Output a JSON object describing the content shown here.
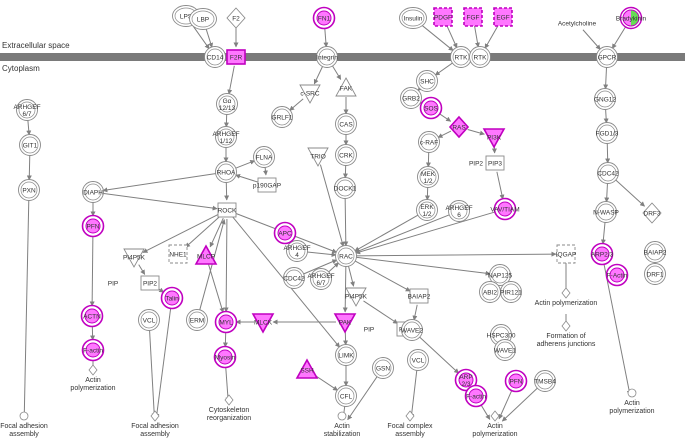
{
  "compartments": {
    "extracellular": "Extracellular space",
    "cytoplasm": "Cytoplasm"
  },
  "colors": {
    "membrane": "#7a7a7a",
    "edge": "#808080",
    "node_stroke": "#8a8a8a",
    "highlight_stroke": "#c000c0",
    "highlight_fill": "#ff77ff",
    "green_fill": "#66dd55",
    "text": "#333333"
  },
  "nodes": {
    "lps": "LPS",
    "lbp": "LBP",
    "f2": "F2",
    "fn1": "FN1",
    "insulin": "Insulin",
    "pdgf": "PDGF",
    "fgf": "FGF",
    "egf": "EGF",
    "acetylcholine": "Acetylcholine",
    "bradykinin": "Bradykinin",
    "cd14": "CD14",
    "f2r": "F2R",
    "integrin": "Integrin",
    "rtk_a": "RTK",
    "rtk_b": "RTK",
    "gpcr": "GPCR",
    "galpha": "Gα\n12/13",
    "csrc": "c-SRC",
    "fak": "FAK",
    "shc": "SHC",
    "gng12": "GNG12",
    "arhgef_67_left": "ARHGEF\n6/7",
    "grlf1": "GRLF1",
    "grb2": "GRB2",
    "sos": "SOS",
    "cas": "CAS",
    "fgd13": "FGD1/3",
    "git1": "GIT1",
    "arhgef112": "ARHGEF\n1/12",
    "ras": "RAS",
    "craf": "c-RAF",
    "pi3k": "PI3K",
    "crk": "CRK",
    "cdc42_top": "CDC42",
    "rhoa": "RHOA",
    "flna": "FLNA",
    "trio": "TRIO",
    "pip2_top": "PIP2",
    "pip3": "PIP3",
    "mek12": "MEK\n1/2",
    "pxn": "PXN",
    "diaph": "DIAPH",
    "p190gap": "p190GAP",
    "dock1": "DOCK1",
    "erk12": "ERK\n1/2",
    "arhgef6": "ARHGEF\n6",
    "vavtiam": "VAV/TIAM",
    "nwasp": "N-WASP",
    "drf3": "DRF3",
    "pfn_left": "PFN",
    "rock": "ROCK",
    "arhgef4": "ARHGEF\n4",
    "apc": "APC",
    "iqgap": "IQGAP",
    "arp23_right": "ARP2/3",
    "factin_right": "F-Actin",
    "baiap2_right": "BAIAP2",
    "drf1": "DRF1",
    "pi4p5k_left": "PI4P5K",
    "nhe1": "NHE1",
    "mlcp": "MLCP",
    "cdc42_mid": "CDC42",
    "arhgef67_mid": "ARHGEF\n6/7",
    "rac": "RAC",
    "nap125": "NAP125",
    "abi2": "ABI2",
    "pir121": "PIR121",
    "pip_left": "PIP",
    "pip2_left": "PIP2",
    "talin": "Talin",
    "pi4p5k_mid": "PI4P5K",
    "baiap2_mid": "BAIAP2",
    "actn": "ACTN",
    "vcl_left": "VCL",
    "erm": "ERM",
    "myl": "MYL",
    "mlck": "MLCK",
    "pak": "PAK",
    "pip_mid": "PIP",
    "pip2_mid": "PIP2",
    "wave2": "WAVE2",
    "hspc300": "HSPC300",
    "wave1": "WAVE1",
    "factin_left": "F-actin",
    "myosin": "Myosin",
    "limk": "LIMK",
    "gsn": "GSN",
    "vcl_mid": "VCL",
    "arp23_bottom": "ARP\n2/3",
    "pfn_bottom": "PFN",
    "tmsb4": "TMSB4",
    "ssh": "SSH",
    "cfl": "CFL",
    "factin_bottom": "F-actin"
  },
  "outcomes": {
    "adhesion_outer": "Focal adhesion\nassembly",
    "actin_poly_left": "Actin\npolymerization",
    "adhesion_mid": "Focal adhesion\nassembly",
    "cytoskeleton": "Cytoskeleton\nreorganization",
    "stabilization": "Actin\nstabilization",
    "complex_assembly": "Focal complex\nassembly",
    "actin_poly_mid": "Actin\npolymerization",
    "adherens": "Formation of\nadherens junctions",
    "actin_poly_right": "Actin\npolymerization",
    "actin_poly_iqgap": "Actin polymerization"
  }
}
